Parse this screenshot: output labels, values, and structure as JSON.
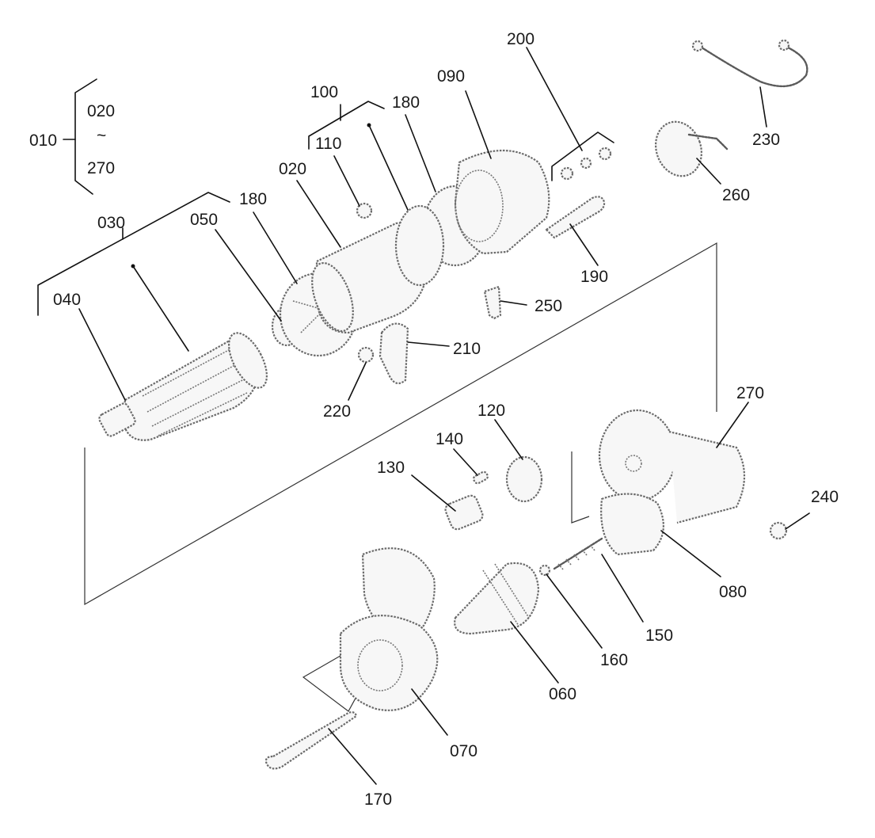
{
  "group_bracket": {
    "label": "010",
    "range_start": "020",
    "range_symbol": "~",
    "range_end": "270"
  },
  "parts": [
    {
      "ref": "030"
    },
    {
      "ref": "040"
    },
    {
      "ref": "050"
    },
    {
      "ref": "180"
    },
    {
      "ref": "020"
    },
    {
      "ref": "100"
    },
    {
      "ref": "110"
    },
    {
      "ref": "180"
    },
    {
      "ref": "090"
    },
    {
      "ref": "200"
    },
    {
      "ref": "190"
    },
    {
      "ref": "230"
    },
    {
      "ref": "260"
    },
    {
      "ref": "250"
    },
    {
      "ref": "210"
    },
    {
      "ref": "220"
    },
    {
      "ref": "270"
    },
    {
      "ref": "240"
    },
    {
      "ref": "120"
    },
    {
      "ref": "140"
    },
    {
      "ref": "130"
    },
    {
      "ref": "080"
    },
    {
      "ref": "150"
    },
    {
      "ref": "160"
    },
    {
      "ref": "060"
    },
    {
      "ref": "070"
    },
    {
      "ref": "170"
    }
  ]
}
